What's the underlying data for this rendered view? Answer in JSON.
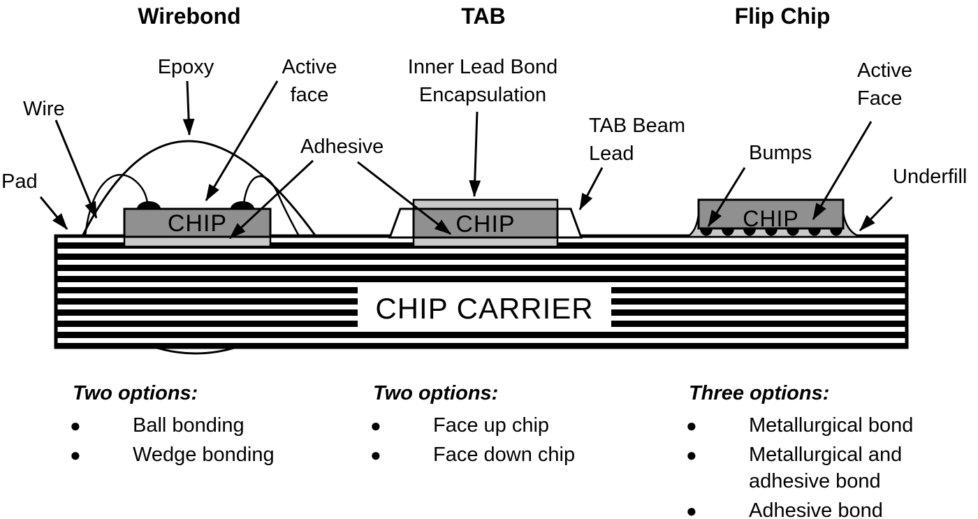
{
  "sections": {
    "wirebond": {
      "title": "Wirebond",
      "chip": "CHIP",
      "labels": {
        "epoxy": "Epoxy",
        "active_face": [
          "Active",
          "face"
        ],
        "wire": "Wire",
        "pad": "Pad",
        "adhesive": "Adhesive"
      },
      "options": {
        "heading": "Two options:",
        "items": [
          "Ball bonding",
          "Wedge bonding"
        ]
      }
    },
    "tab": {
      "title": "TAB",
      "chip": "CHIP",
      "labels": {
        "inner_lead_bond": [
          "Inner Lead Bond",
          "Encapsulation"
        ],
        "tab_beam_lead": [
          "TAB Beam",
          "Lead"
        ]
      },
      "options": {
        "heading": "Two options:",
        "items": [
          "Face up chip",
          "Face down chip"
        ]
      }
    },
    "flip_chip": {
      "title": "Flip Chip",
      "chip": "CHIP",
      "labels": {
        "bumps": "Bumps",
        "active_face": [
          "Active",
          "Face"
        ],
        "underfill": "Underfill"
      },
      "options": {
        "heading": "Three options:",
        "items": [
          "Metallurgical bond",
          "Metallurgical and adhesive bond",
          "Adhesive bond"
        ]
      }
    }
  },
  "carrier": {
    "label": "CHIP CARRIER"
  },
  "bullet": "●",
  "colors": {
    "chip_fill": "#909090",
    "layer_fill": "#c9c9c9",
    "line": "#000000",
    "background": "#ffffff"
  }
}
